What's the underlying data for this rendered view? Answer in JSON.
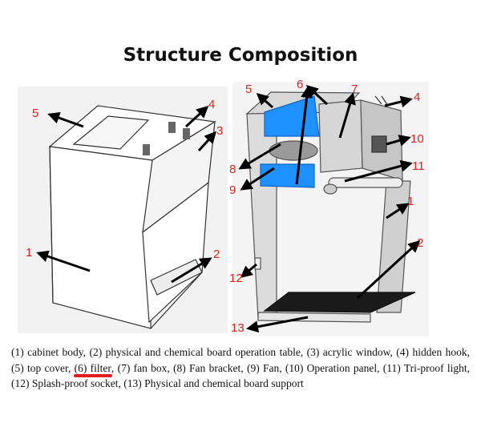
{
  "title": "Structure Composition",
  "left_labels": [
    "5",
    "4",
    "3",
    "1",
    "2"
  ],
  "right_labels": [
    "5",
    "6",
    "7",
    "4",
    "10",
    "8",
    "9",
    "11",
    "1",
    "2",
    "12",
    "13"
  ],
  "caption": {
    "part1": "(1) cabinet body, (2) physical and chemical board operation table, (3) acrylic window, (4) hidden hook, (5) top cover, ",
    "filter": "(6) filter",
    "part2": ", (7) fan box, (8) Fan bracket, (9) Fan, (10) Operation panel, (11) Tri-proof light, (12) Splash-proof socket, (13) Physical and chemical board support"
  },
  "colors": {
    "label_red": "#d8231f",
    "filter_blue": "#1e90ff",
    "underline": "#e02020"
  }
}
